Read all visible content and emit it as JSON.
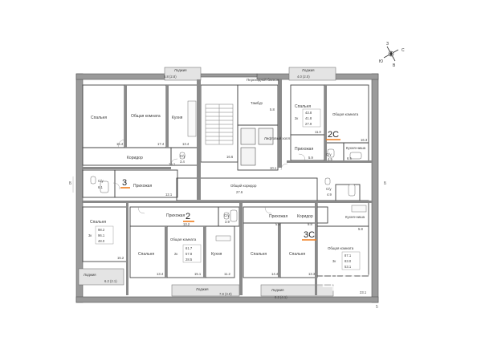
{
  "compass": {
    "north": "С",
    "east": "В",
    "west": "З",
    "south": "Ю"
  },
  "axis_labels": {
    "left": "Б",
    "right": "Б",
    "bottom": "5"
  },
  "colors": {
    "wall": "#7a7a7a",
    "wall_light": "#bfbfbf",
    "line": "#555555",
    "badge_underline": "#f07c1a",
    "stair": "#777777"
  },
  "apartments": {
    "apt3": {
      "badge": "3",
      "hallway": "Прихожая",
      "bath": "С/у",
      "bath_area": "6.1",
      "hall_area": "12.1",
      "bedroom": "Спальня",
      "bedroom_area": "15.2",
      "loggia": "Лоджия",
      "loggia_area": "6.2 (2.1)",
      "table": {
        "rooms": "3к",
        "total": "98.2",
        "living": "96.1",
        "other": "48.0"
      }
    },
    "apt3_top": {
      "bedroom": "Спальня",
      "bedroom_area": "15.4",
      "living": "Общая комната",
      "living_area": "17.4",
      "kitchen": "Кухня",
      "kitchen_area": "13.4",
      "corridor": "Коридор",
      "corridor_area": "15.1",
      "bath": "С/у",
      "bath_area": "3.4",
      "loggia": "Лоджия",
      "loggia_area": "5.8 (2.8)"
    },
    "apt2": {
      "badge": "2",
      "hallway": "Прихожая",
      "hall_area": "13.2",
      "bath": "С/у",
      "bath_area": "3.9",
      "bedroom": "Спальня",
      "bedroom_area": "13.4",
      "living": "Общая комната",
      "living_area": "15.1",
      "kitchen": "Кухня",
      "kitchen_area": "11.2",
      "loggia": "Лоджия",
      "loggia_area": "7.8 (3.9)",
      "table": {
        "rooms": "2к",
        "total": "61.7",
        "living": "57.8",
        "other": "28.5"
      }
    },
    "apt3c": {
      "badge": "3С",
      "hallway": "Прихожая",
      "hall_area": "5.5",
      "corridor": "Коридор",
      "corridor_area": "9.8",
      "bedroom1": "Спальня",
      "bedroom1_area": "14.4",
      "bedroom2": "Спальня",
      "bedroom2_area": "13.3",
      "kitchen": "Кухня-ниша",
      "kitchen_area": "5.8",
      "living": "Общая комната",
      "living_area": "23.1",
      "bath": "С/у",
      "bath_area": "4.9",
      "loggia": "Лоджия",
      "loggia_area": "8.2 (4.1)",
      "table": {
        "rooms": "3к",
        "total": "87.1",
        "living": "83.0",
        "other": "53.1"
      }
    },
    "apt2c": {
      "badge": "2С",
      "bedroom": "Спальня",
      "bedroom_area": "11.0",
      "living": "Общая комната",
      "living_area": "16.3",
      "hallway": "Прихожая",
      "hall_area": "5.9",
      "kitchen": "Кухня-ниша",
      "kitchen_area": "6.5",
      "bath": "С/у",
      "bath_area": "4.5",
      "loggia": "Лоджия",
      "loggia_area": "4.0 (2.0)",
      "table": {
        "rooms": "2к",
        "total": "43.8",
        "living": "41.8",
        "other": "27.9"
      }
    }
  },
  "common": {
    "transit_loggia": "Переходной балкон",
    "vestibule": "Тамбур",
    "vestibule_area": "5.8",
    "lift_hall": "Лифтовый холл",
    "lift_hall_area": "10.1",
    "corridor": "Общий коридор",
    "corridor_area": "27.6",
    "stair_area": "16.6"
  },
  "watermark": "ЦИАН"
}
